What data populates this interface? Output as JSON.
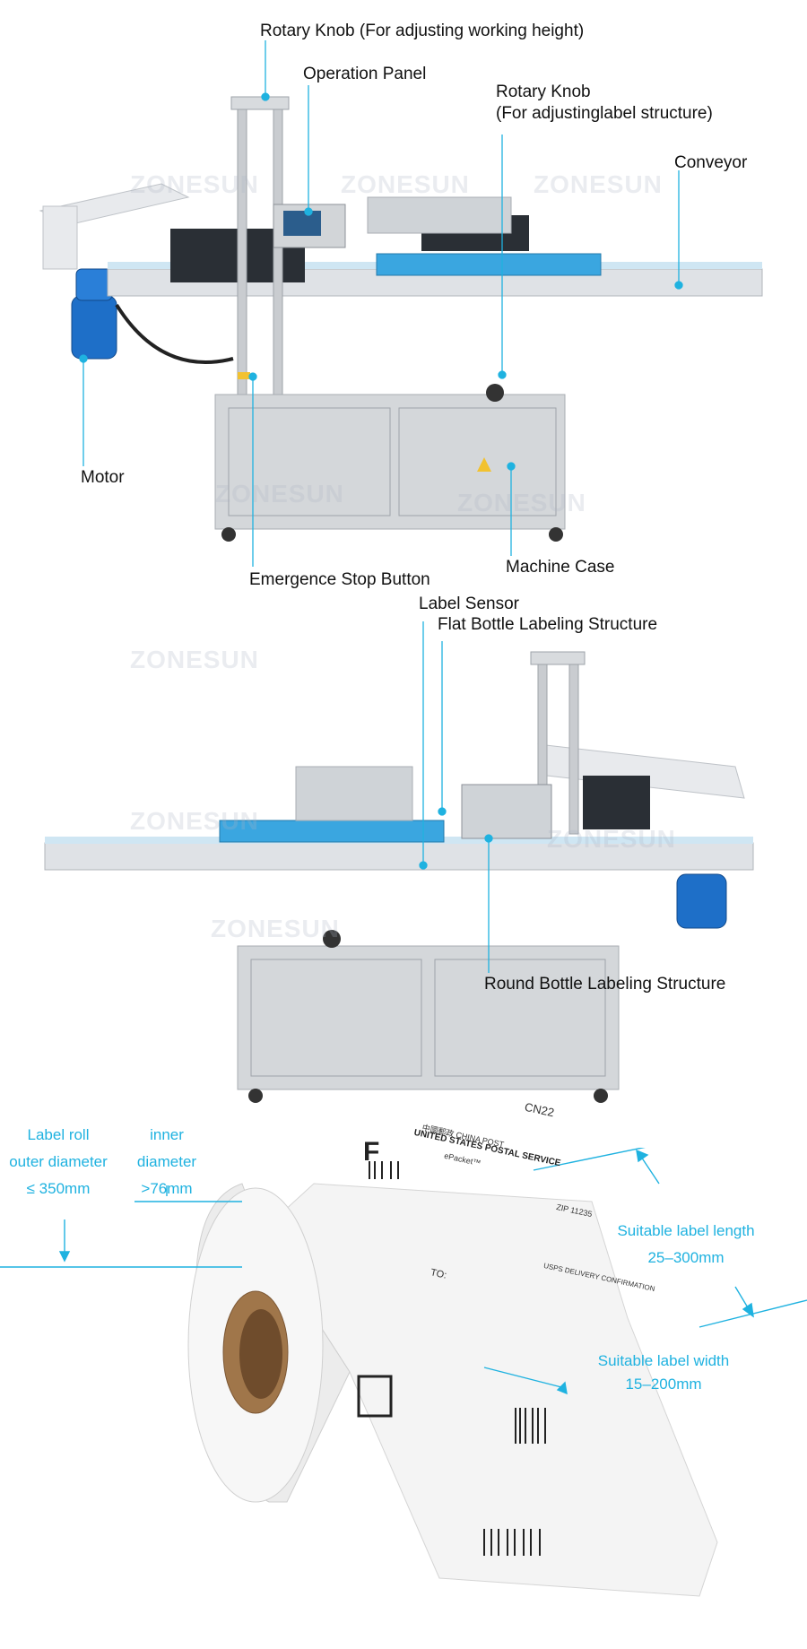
{
  "panel1": {
    "callouts": {
      "knob_height": "Rotary Knob (For adjusting working height)",
      "operation_panel": "Operation Panel",
      "knob_label_1": "Rotary Knob",
      "knob_label_2": "(For adjustinglabel structure)",
      "conveyor": "Conveyor",
      "motor": "Motor",
      "estop": "Emergence Stop Button",
      "machine_case": "Machine Case"
    },
    "watermark": "ZONESUN"
  },
  "panel2": {
    "callouts": {
      "label_sensor": "Label Sensor",
      "flat_bottle": "Flat Bottle Labeling Structure",
      "round_bottle": "Round Bottle Labeling Structure"
    },
    "watermark": "ZONESUN"
  },
  "panel3": {
    "outer_diameter": [
      "Label roll",
      "outer diameter",
      "≤ 350mm"
    ],
    "inner_diameter": [
      "inner",
      "diameter",
      ">76mm"
    ],
    "label_length": [
      "Suitable label length",
      "25–300mm"
    ],
    "label_width": [
      "Suitable label width",
      "15–200mm"
    ],
    "label_text": {
      "stamp": "F",
      "china_post": "中國郵政 CHINA POST",
      "usps": "UNITED STATES POSTAL SERVICE",
      "epacket": "ePacket™",
      "cn22": "CN22",
      "to": "TO:",
      "zip": "ZIP 11235",
      "confirmation": "USPS DELIVERY CONFIRMATION"
    }
  },
  "colors": {
    "accent": "#1fb2e0",
    "steel": "#c9ccd0",
    "conveyor_blue": "#3aa6e0",
    "motor_blue": "#1e6fc8",
    "label_white": "#f4f4f4",
    "core_brown": "#a0764a"
  }
}
